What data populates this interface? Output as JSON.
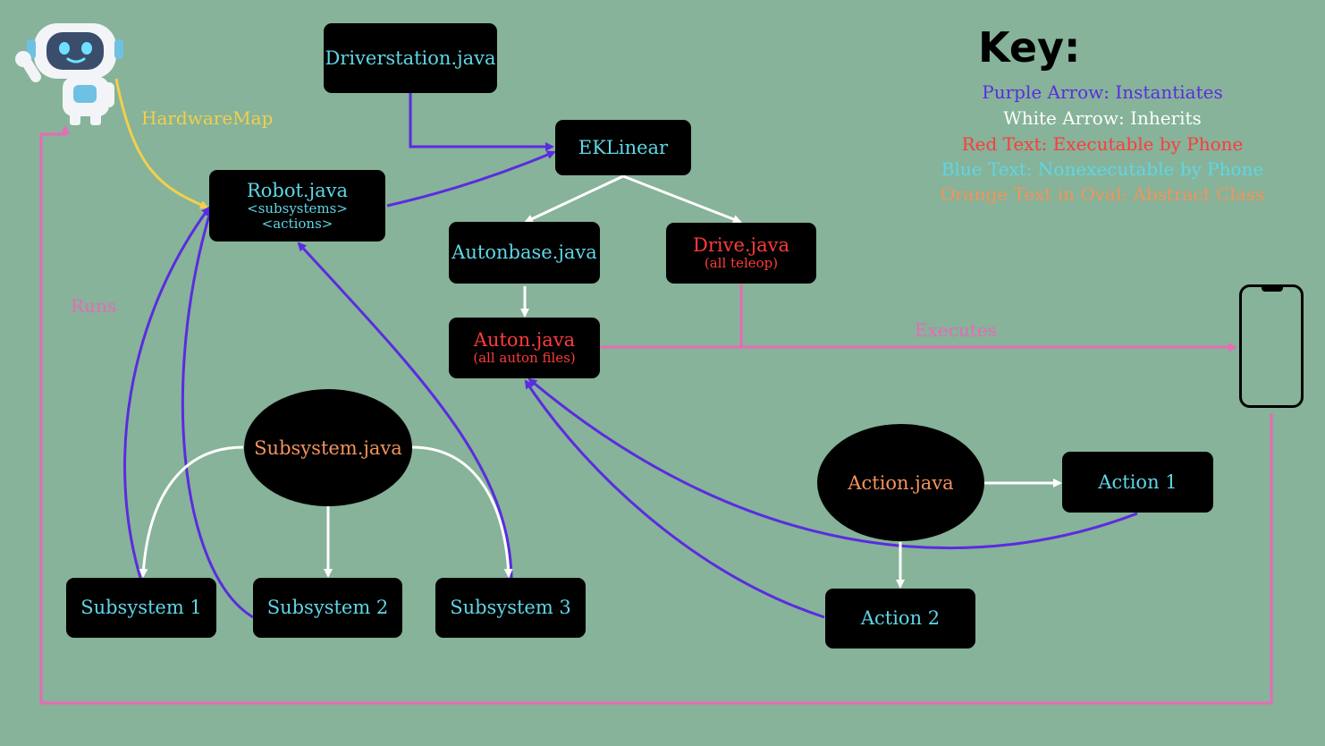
{
  "key": {
    "title": "Key:",
    "lines": [
      {
        "text": "Purple Arrow: Instantiates",
        "color": "#5b2be0"
      },
      {
        "text": "White Arrow: Inherits",
        "color": "#ffffff"
      },
      {
        "text": "Red Text: Executable by Phone",
        "color": "#ff3b3b"
      },
      {
        "text": "Blue Text: Nonexecutable by Phone",
        "color": "#5fd6e6"
      },
      {
        "text": "Orange Text in Oval: Abstract Class",
        "color": "#f4935a"
      }
    ]
  },
  "edge_labels": {
    "hardwaremap": "HardwareMap",
    "runs": "Runs",
    "executes": "Executes"
  },
  "nodes": {
    "driverstation": {
      "label": "Driverstation.java"
    },
    "eklinear": {
      "label": "EKLinear"
    },
    "robot": {
      "label": "Robot.java",
      "sub1": "<subsystems>",
      "sub2": "<actions>"
    },
    "autonbase": {
      "label": "Autonbase.java"
    },
    "drive": {
      "label": "Drive.java",
      "sub": "(all teleop)"
    },
    "auton": {
      "label": "Auton.java",
      "sub": "(all auton files)"
    },
    "subsystem_abstract": {
      "label": "Subsystem.java"
    },
    "subsystem1": {
      "label": "Subsystem 1"
    },
    "subsystem2": {
      "label": "Subsystem 2"
    },
    "subsystem3": {
      "label": "Subsystem 3"
    },
    "action_abstract": {
      "label": "Action.java"
    },
    "action1": {
      "label": "Action 1"
    },
    "action2": {
      "label": "Action 2"
    }
  },
  "colors": {
    "background": "#86b399",
    "instantiates_arrow": "#5b2be0",
    "inherits_arrow": "#ffffff",
    "hardwaremap_arrow": "#f2cf4e",
    "runs_executes_line": "#e86ab8"
  },
  "icons": [
    "robot-mascot-icon",
    "phone-icon"
  ]
}
